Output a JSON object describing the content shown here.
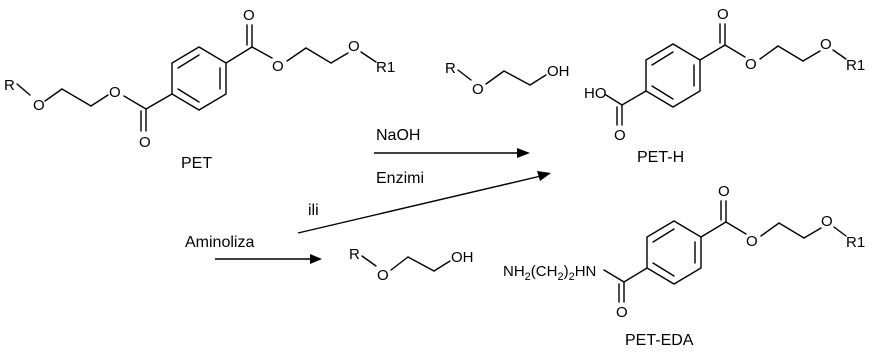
{
  "compounds": {
    "pet": {
      "name": "PET",
      "r_left": "R",
      "o_ether_left": "O",
      "o_ester_left": "O",
      "o_carbonyl_left": "O",
      "o_carbonyl_right": "O",
      "o_ester_right": "O",
      "o_r1": "O",
      "r1": "R1"
    },
    "glycol_top": {
      "r": "R",
      "o": "O",
      "oh": "OH"
    },
    "pet_h": {
      "name": "PET-H",
      "ho": "HO",
      "o_carbonyl_acid": "O",
      "o_carbonyl_ester": "O",
      "o_ester": "O",
      "o_r1": "O",
      "r1": "R1"
    },
    "glycol_bottom": {
      "r": "R",
      "o": "O",
      "oh": "OH"
    },
    "pet_eda": {
      "name": "PET-EDA",
      "amine": {
        "nh": "NH",
        "s1": "2",
        "ch": "(CH",
        "s2": "2",
        "s3": "2",
        "hn": "HN"
      },
      "o_amide": "O",
      "o_carbonyl_ester": "O",
      "o_ester": "O",
      "o_r1": "O",
      "r1": "R1"
    }
  },
  "reagents": {
    "naoh": "NaOH",
    "enzymes": "Enzimi",
    "or": "ili",
    "aminolysis": "Aminoliza"
  }
}
